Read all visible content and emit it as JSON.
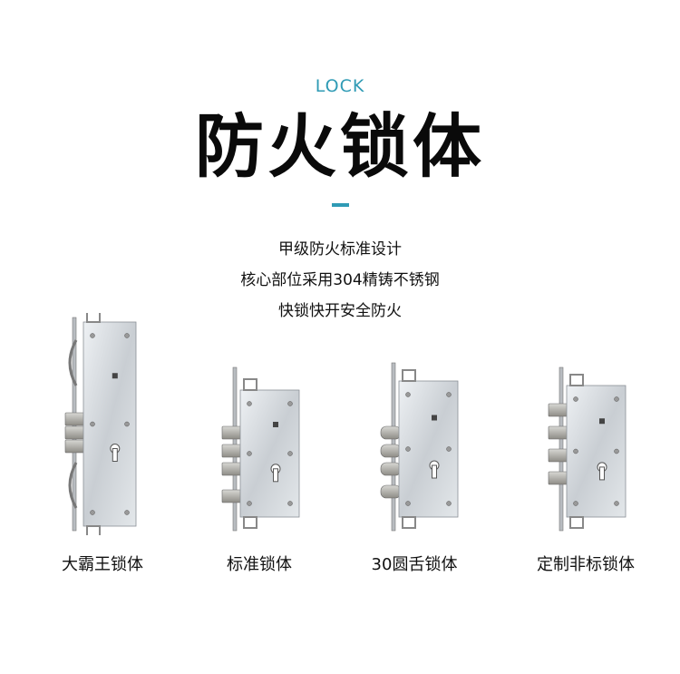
{
  "header": {
    "eyebrow": "LOCK",
    "title": "防火锁体",
    "accent_color": "#2f9bb5"
  },
  "features": [
    "甲级防火标准设计",
    "核心部位采用304精铸不锈钢",
    "快锁快开安全防火"
  ],
  "products": [
    {
      "label": "大霸王锁体",
      "type": "super"
    },
    {
      "label": "标准锁体",
      "type": "standard"
    },
    {
      "label": "30圆舌锁体",
      "type": "round"
    },
    {
      "label": "定制非标锁体",
      "type": "custom"
    }
  ]
}
